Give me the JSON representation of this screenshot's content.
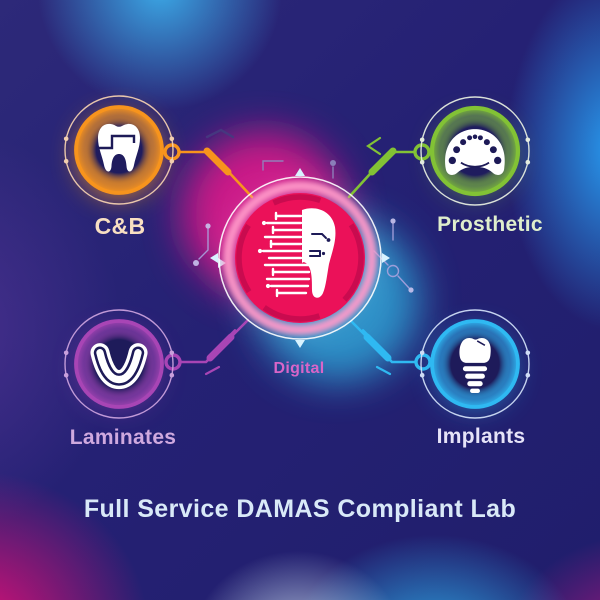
{
  "title": {
    "text": "Full Service DAMAS Compliant Lab",
    "color": "#D9E9F8"
  },
  "hub": {
    "label": "Digital",
    "label_color": "#D965C8",
    "fill": "#EB1159",
    "inner_edge_color": "#C30B4E",
    "glow_colors": {
      "pink": "#F5128C",
      "cyan": "#33CCF5"
    },
    "icon": "digital-circuit-tooth"
  },
  "nodes": [
    {
      "id": "cb",
      "label": "C&B",
      "position": "top-left",
      "color": "#F7941D",
      "outer_circle_color": "#F2CFAF",
      "label_color": "#F8DFC2",
      "icon": "crown-bridge-tooth"
    },
    {
      "id": "prosthetic",
      "label": "Prosthetic",
      "position": "top-right",
      "color": "#82C235",
      "outer_circle_color": "#E4EBDE",
      "label_color": "#DFEECC",
      "icon": "denture-arch"
    },
    {
      "id": "laminates",
      "label": "Laminates",
      "position": "bottom-left",
      "color": "#A845B5",
      "outer_circle_color": "#C9A0DC",
      "label_color": "#CFA9DF",
      "icon": "veneer-shell"
    },
    {
      "id": "implants",
      "label": "Implants",
      "position": "bottom-right",
      "color": "#2FB9F2",
      "outer_circle_color": "#CFDCF5",
      "label_color": "#E6E3F8",
      "icon": "implant-screw"
    }
  ],
  "background": {
    "base": "#252174",
    "icon_interior": "#1D1A57"
  }
}
